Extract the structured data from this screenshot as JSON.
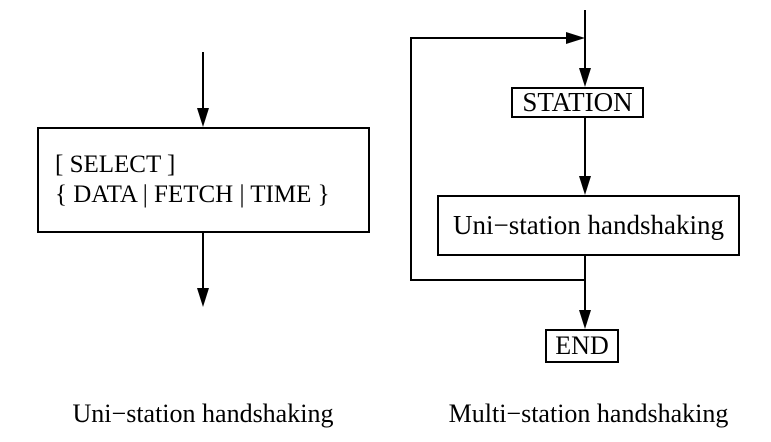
{
  "canvas": {
    "background": "#ffffff",
    "ink": "#000000"
  },
  "left_diagram": {
    "select_box": {
      "line1": "[ SELECT ]",
      "line2": "{ DATA | FETCH | TIME }"
    },
    "caption": "Uni−station handshaking"
  },
  "right_diagram": {
    "station_label": "STATION",
    "process_label": "Uni−station handshaking",
    "end_label": "END",
    "caption": "Multi−station handshaking"
  }
}
